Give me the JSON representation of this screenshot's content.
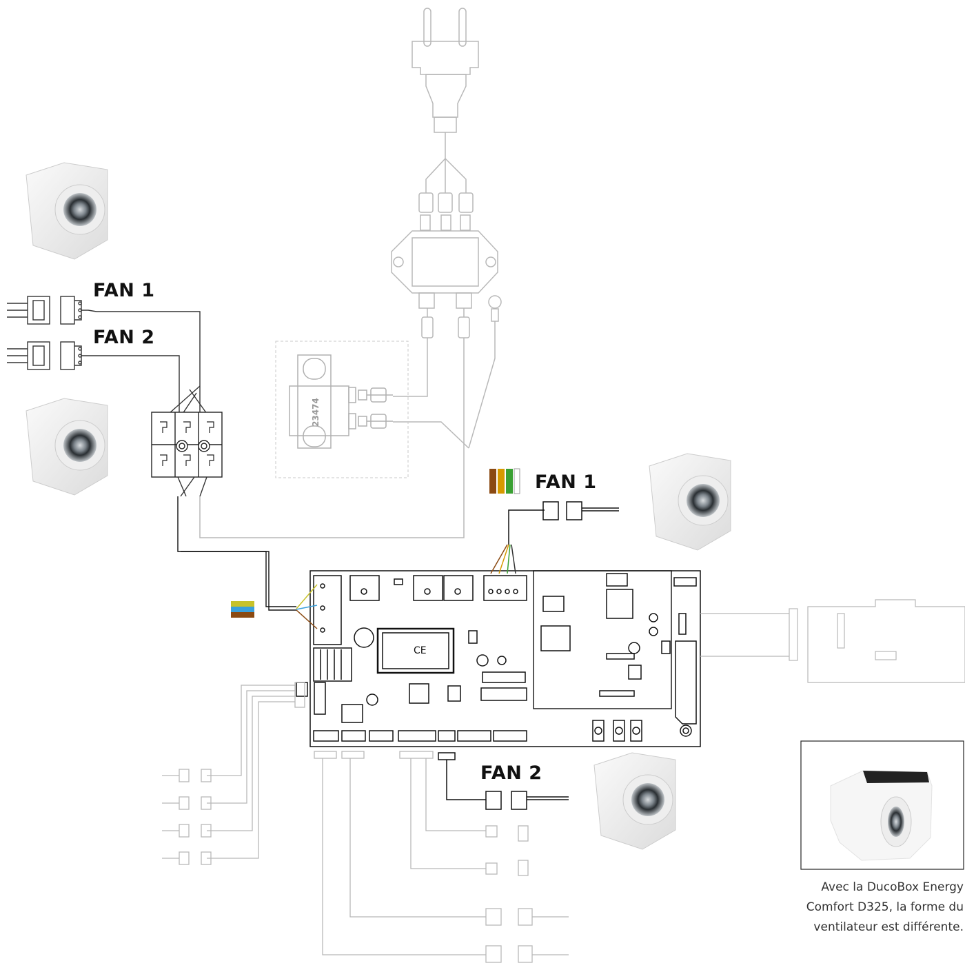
{
  "labels": {
    "fan1_left": "FAN 1",
    "fan2_left": "FAN 2",
    "fan1_right": "FAN 1",
    "fan2_right": "FAN 2"
  },
  "caption": {
    "line1": "Avec la DucoBox Energy",
    "line2": "Comfort D325, la forme du",
    "line3": "ventilateur est différente."
  },
  "component_text": {
    "transformer_id": "23474"
  },
  "colors": {
    "wire_dark": "#111111",
    "wire_light": "#b8b8b8",
    "brown": "#8b4a12",
    "yellow_green": "#c8c22a",
    "green": "#3aa033",
    "blue": "#3aa0dc",
    "white_wire": "#e8e8e8"
  }
}
